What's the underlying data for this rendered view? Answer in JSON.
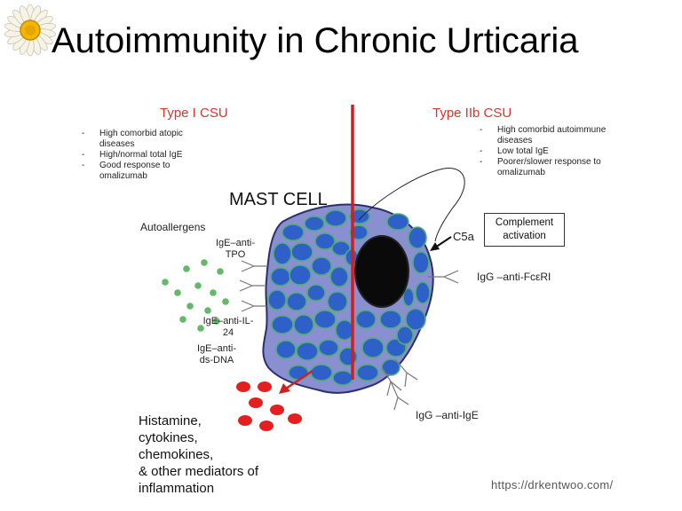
{
  "slide": {
    "title": "Autoimmunity in Chronic Urticaria",
    "source_url": "https://drkentwoo.com/"
  },
  "diagram": {
    "type_i": {
      "heading": "Type I CSU",
      "bullets": [
        "High comorbid atopic diseases",
        "High/normal total IgE",
        "Good response to omalizumab"
      ]
    },
    "type_iib": {
      "heading": "Type IIb CSU",
      "bullets": [
        "High comorbid autoimmune diseases",
        "Low total  IgE",
        "Poorer/slower response to omalizumab"
      ]
    },
    "mast_cell_label": "MAST CELL",
    "autoallergens_label": "Autoallergens",
    "ige_anti_tpo": "IgE–anti-TPO",
    "ige_anti_il24": "IgE–anti-IL-24",
    "ige_anti_dsdna": "IgE–anti-ds-DNA",
    "c5a_label": "C5a",
    "complement_activation": "Complement activation",
    "igg_anti_fceri": "IgG –anti-FcεRI",
    "igg_anti_ige": "IgG –anti-IgE",
    "mediators": [
      "Histamine,",
      "cytokines,",
      "chemokines,",
      "& other mediators of",
      "inflammation"
    ],
    "colors": {
      "accent_red": "#d8362a",
      "divider_red": "#d11f1f",
      "cell_membrane": "#8a8fd0",
      "granule_blue": "#2f5fc8",
      "nucleus": "#0a0a0a",
      "autoallergen_green": "#63b86b",
      "mediator_red": "#e3201f"
    }
  }
}
